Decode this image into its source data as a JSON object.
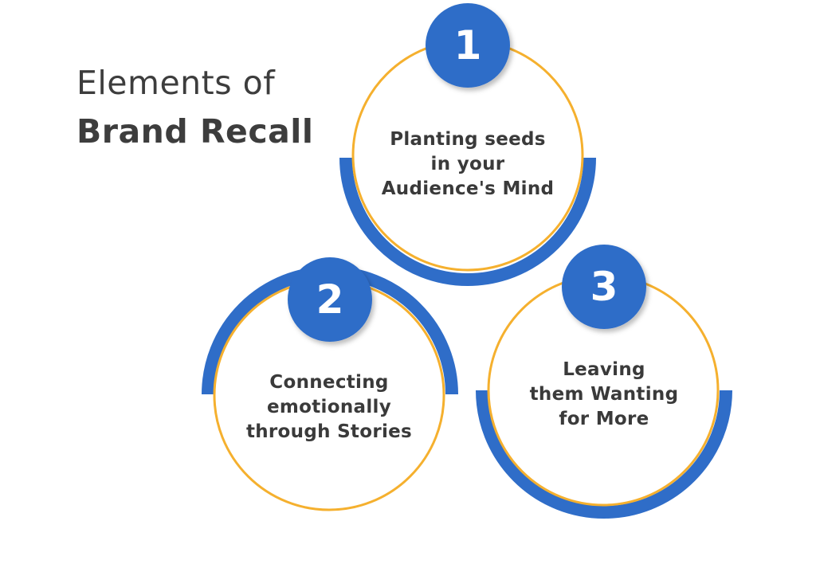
{
  "title": {
    "line1": "Elements of",
    "line2": "Brand Recall"
  },
  "colors": {
    "accent_blue": "#2f6dc8",
    "ring_orange": "#f5b02e",
    "text_dark": "#3a3a3a",
    "background": "#ffffff"
  },
  "elements": [
    {
      "number": "1",
      "lines": [
        "Planting seeds",
        "in your",
        "Audience's Mind"
      ],
      "arc_side": "bottom"
    },
    {
      "number": "2",
      "lines": [
        "Connecting",
        "emotionally",
        "through Stories"
      ],
      "arc_side": "top"
    },
    {
      "number": "3",
      "lines": [
        "Leaving",
        "them Wanting",
        "for More"
      ],
      "arc_side": "bottom"
    }
  ]
}
